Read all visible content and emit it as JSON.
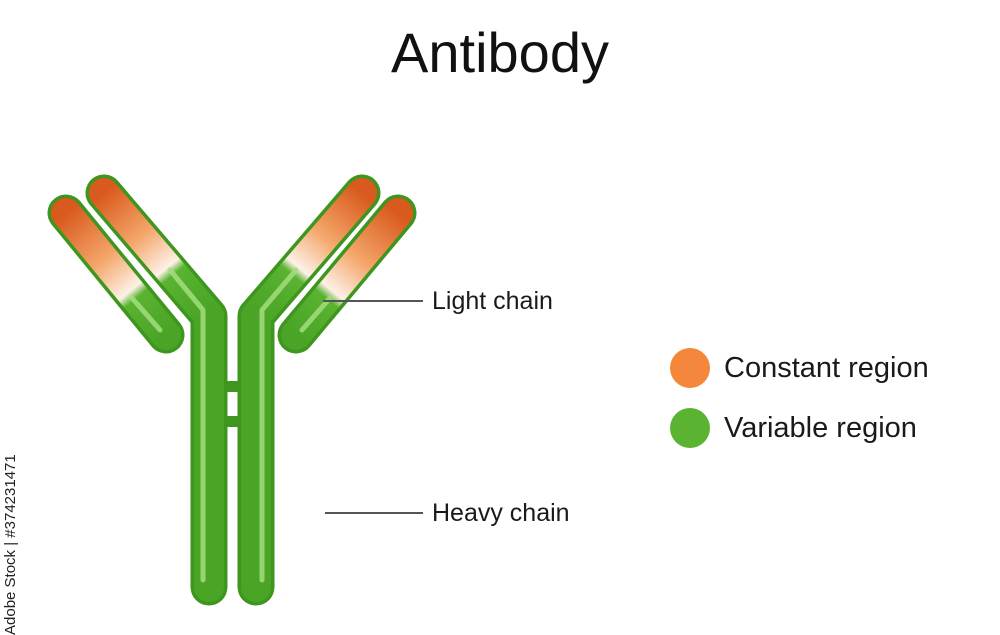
{
  "title": "Antibody",
  "labels": {
    "light_chain": "Light chain",
    "heavy_chain": "Heavy chain"
  },
  "legend": [
    {
      "label": "Constant region",
      "color": "#f5873c"
    },
    {
      "label": "Variable region",
      "color": "#5ab431"
    }
  ],
  "watermark_side_text": "Adobe Stock | #374231471",
  "colors": {
    "green_dark": "#3e961e",
    "green": "#5ab431",
    "green_light": "#9fdc78",
    "orange": "#d95a1e",
    "orange_light": "#f4a66a"
  }
}
